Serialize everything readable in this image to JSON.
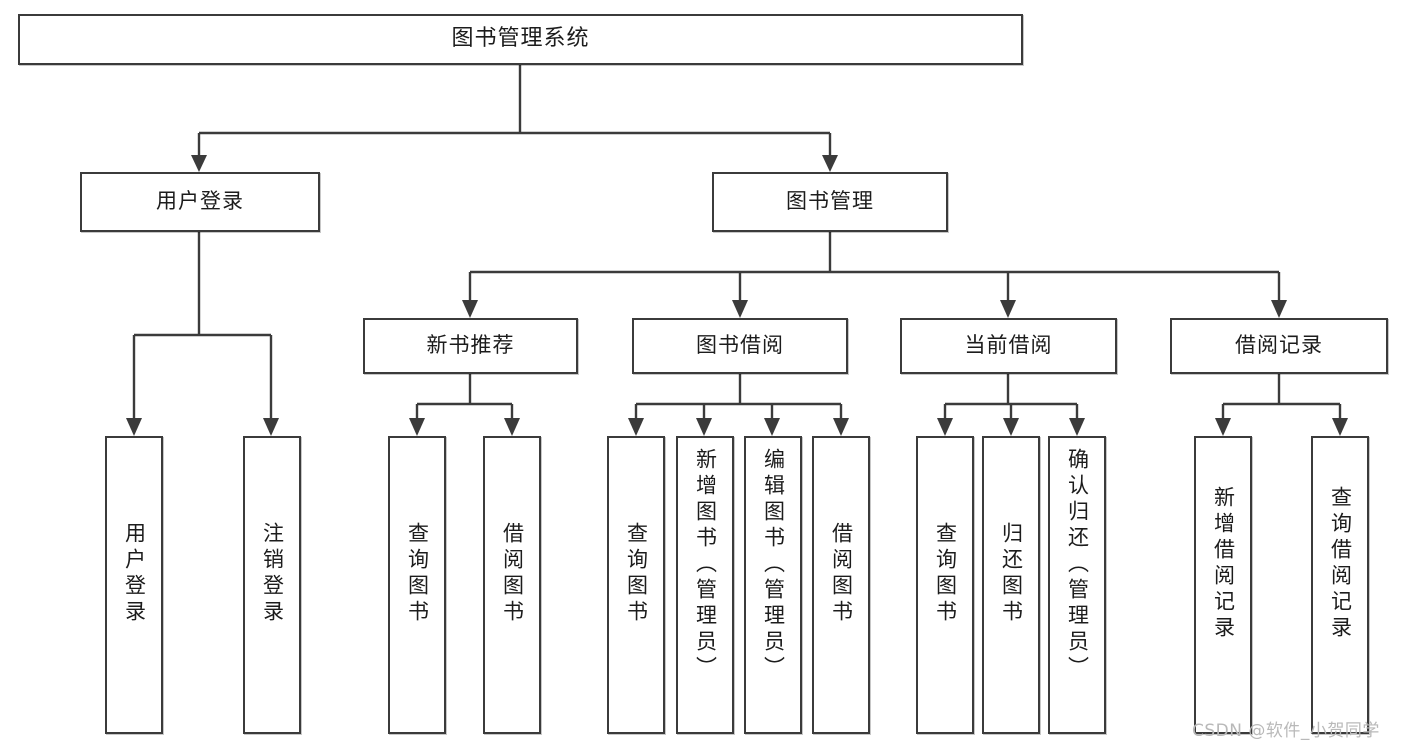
{
  "diagram": {
    "title": "图书管理系统",
    "type": "tree-hierarchy-diagram",
    "root": {
      "label": "图书管理系统"
    },
    "level1": [
      {
        "label": "用户登录"
      },
      {
        "label": "图书管理"
      }
    ],
    "level2": [
      {
        "label": "新书推荐"
      },
      {
        "label": "图书借阅"
      },
      {
        "label": "当前借阅"
      },
      {
        "label": "借阅记录"
      }
    ],
    "leaves": {
      "user_login": [
        {
          "label": "用户登录"
        },
        {
          "label": "注销登录"
        }
      ],
      "new_book_recommend": [
        {
          "label": "查询图书"
        },
        {
          "label": "借阅图书"
        }
      ],
      "book_borrow": [
        {
          "label": "查询图书"
        },
        {
          "label": "新增图书（管理员）"
        },
        {
          "label": "编辑图书（管理员）"
        },
        {
          "label": "借阅图书"
        }
      ],
      "current_borrow": [
        {
          "label": "查询图书"
        },
        {
          "label": "归还图书"
        },
        {
          "label": "确认归还（管理员）"
        }
      ],
      "borrow_record": [
        {
          "label": "新增借阅记录"
        },
        {
          "label": "查询借阅记录"
        }
      ]
    }
  },
  "watermark": {
    "text": "CSDN @软件_小贺同学"
  },
  "colors": {
    "border": "#3b3b3b",
    "background": "#ffffff",
    "text": "#1c1c1c",
    "watermark": "#b9b9b9"
  }
}
